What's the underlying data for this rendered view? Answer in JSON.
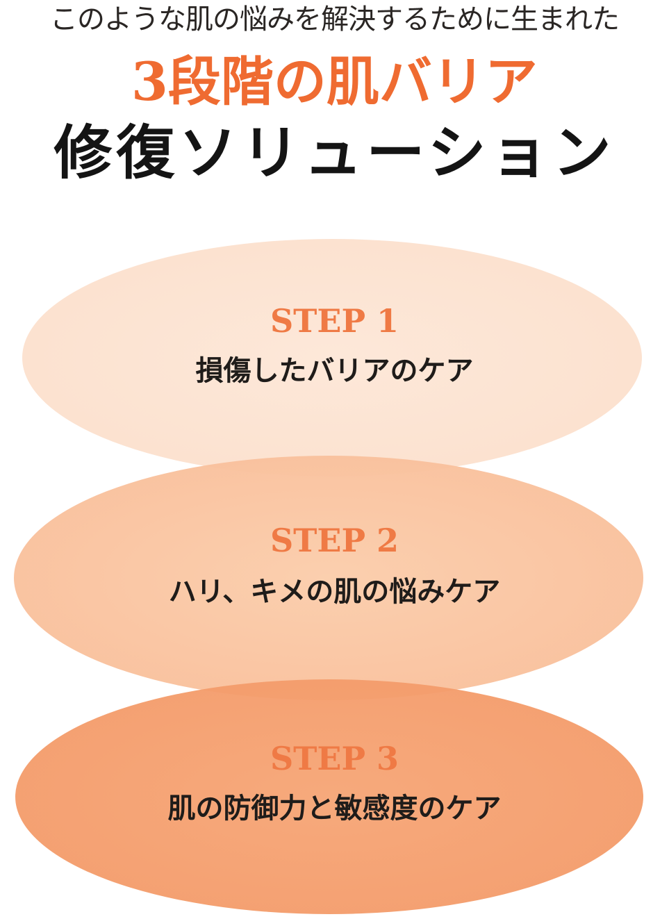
{
  "header": {
    "intro": "このような肌の悩みを解決するために生まれた",
    "headline_line1": "3段階の肌バリア",
    "headline_line2": "修復ソリューション"
  },
  "steps": [
    {
      "label": "STEP 1",
      "description": "損傷したバリアのケア"
    },
    {
      "label": "STEP 2",
      "description": "ハリ、キメの肌の悩みケア"
    },
    {
      "label": "STEP 3",
      "description": "肌の防御力と敏感度のケア"
    }
  ],
  "colors": {
    "accent": "#ef6b31",
    "step_label": "#ef7a45",
    "ellipse_1": "#fce2d0",
    "ellipse_2": "#f9c19d",
    "ellipse_3": "#f49c6b",
    "text_dark": "#141414"
  }
}
